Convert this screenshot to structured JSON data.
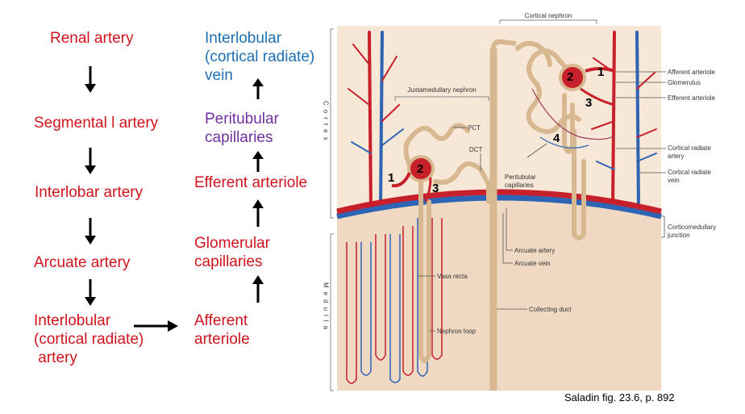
{
  "flow_left": [
    "Renal artery",
    "Segmental l artery",
    "Interlobar  artery",
    "Arcuate  artery",
    [
      "Interlobular",
      "(cortical radiate)",
      " artery"
    ]
  ],
  "flow_right": {
    "afferent": [
      "Afferent",
      "arteriole"
    ],
    "glomerular": [
      "Glomerular",
      "capillaries"
    ],
    "efferent": "Efferent arteriole",
    "peritubular": [
      "Peritubular",
      "capillaries"
    ],
    "vein": [
      "Interlobular",
      "(cortical radiate)",
      "vein"
    ]
  },
  "colors": {
    "artery": "#d0141d",
    "vein": "#1f6fb5",
    "capillary": "#7030a0"
  },
  "figure": {
    "top_label": "Cortical nephron",
    "juxta_label": "Juxtamedullary nephron",
    "side_cortex": "Cortex",
    "side_medulla": "Medulla",
    "numbers": [
      "1",
      "2",
      "3",
      "4"
    ],
    "labels": {
      "pct": "PCT",
      "dct": "DCT",
      "peritubular": [
        "Peritubular",
        "capillaries"
      ],
      "afferent": "Afferent arteriole",
      "glomerulus": "Glomerulus",
      "efferent": "Efferent arteriole",
      "cortical_artery": [
        "Cortical radiate",
        "artery"
      ],
      "cortical_vein": [
        "Cortical radiate",
        "vein"
      ],
      "junction": [
        "Corticomedullary",
        "junction"
      ],
      "arcuate_artery": "Arcuate artery",
      "arcuate_vein": "Arcuate vein",
      "vasa_recta": "Vasa recta",
      "collecting_duct": "Collecting duct",
      "nephron_loop": "Nephron loop"
    }
  },
  "credit": "Saladin fig. 23.6, p. 892"
}
